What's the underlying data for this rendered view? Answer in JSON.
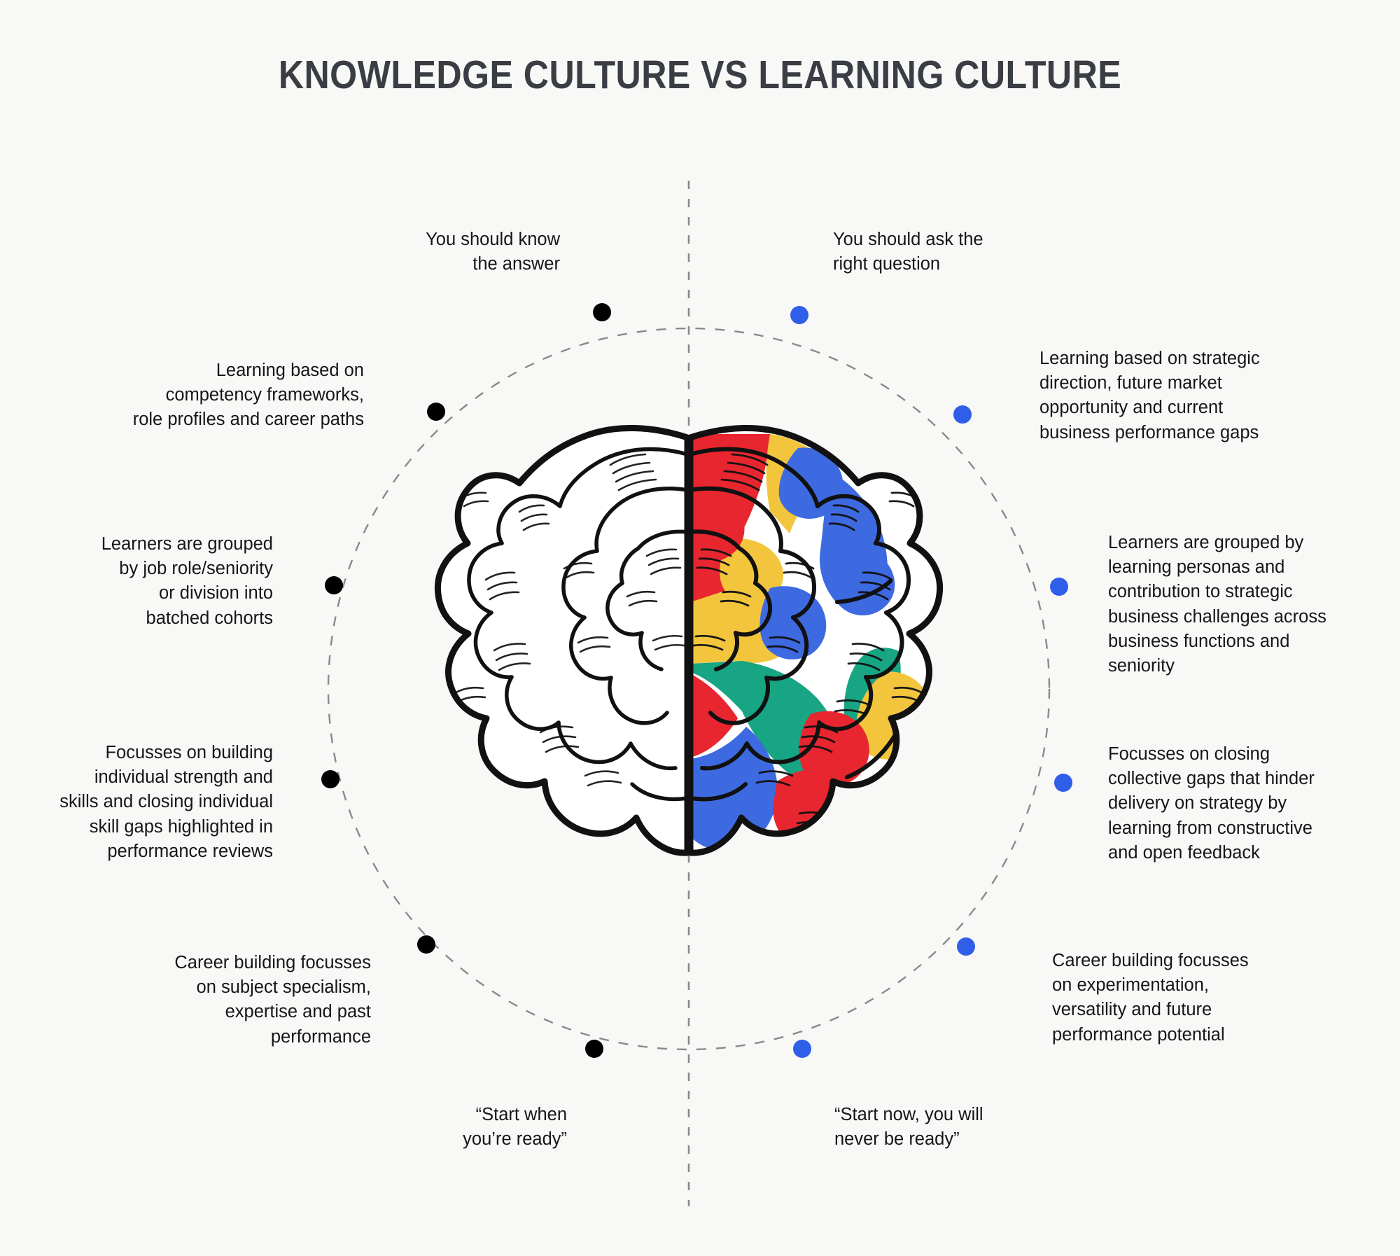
{
  "page": {
    "title": "KNOWLEDGE CULTURE VS LEARNING CULTURE",
    "background_color": "#F8F8F7",
    "title_color": "#3A3E44",
    "text_color": "#141618"
  },
  "palette": {
    "left_dot": "#000000",
    "right_dot": "#2F5EE8",
    "dash_line": "#8A8A8A",
    "brain_red": "#E8262F",
    "brain_yellow": "#F2C53D",
    "brain_blue": "#3E6AE1",
    "brain_green": "#17A583",
    "brain_outline": "#111111",
    "brain_left_fill": "#FFFFFF"
  },
  "illustration": {
    "name": "split-brain-illustration",
    "left_hemisphere_label": "line-art brain hemisphere",
    "right_hemisphere_label": "color-blocked brain hemisphere"
  },
  "columns": {
    "left": {
      "name": "knowledge-culture",
      "dot_color": "#000000"
    },
    "right": {
      "name": "learning-culture",
      "dot_color": "#2F5EE8"
    }
  },
  "left_items": [
    {
      "id": "left-1",
      "text": "You should know\nthe answer"
    },
    {
      "id": "left-2",
      "text": "Learning based on\ncompetency frameworks,\nrole profiles and career paths"
    },
    {
      "id": "left-3",
      "text": "Learners are grouped\nby job role/seniority\nor division into\nbatched cohorts"
    },
    {
      "id": "left-4",
      "text": "Focusses on building\nindividual strength and\nskills and closing individual\nskill gaps highlighted in\nperformance reviews"
    },
    {
      "id": "left-5",
      "text": "Career building focusses\non subject specialism,\nexpertise and past\nperformance"
    },
    {
      "id": "left-6",
      "text": "“Start when\nyou’re ready”"
    }
  ],
  "right_items": [
    {
      "id": "right-1",
      "text": "You should ask the\nright question"
    },
    {
      "id": "right-2",
      "text": "Learning based on strategic\ndirection, future market\nopportunity and current\nbusiness performance gaps"
    },
    {
      "id": "right-3",
      "text": "Learners are grouped by\nlearning personas and\ncontribution to strategic\nbusiness challenges across\nbusiness functions and\nseniority"
    },
    {
      "id": "right-4",
      "text": "Focusses on closing\ncollective gaps that hinder\ndelivery on strategy by\nlearning from constructive\nand open feedback"
    },
    {
      "id": "right-5",
      "text": "Career building focusses\non experimentation,\nversatility and future\nperformance potential"
    },
    {
      "id": "right-6",
      "text": "“Start now, you will\nnever be ready”"
    }
  ]
}
